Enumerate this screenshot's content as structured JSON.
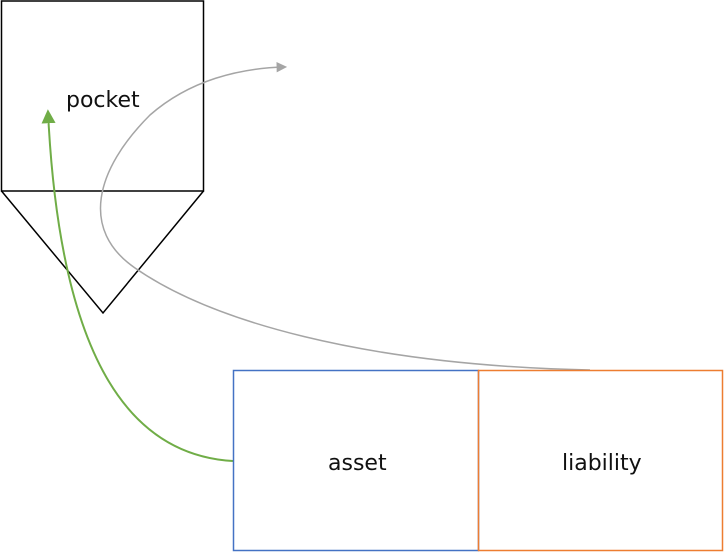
{
  "labels": {
    "pocket": "pocket",
    "asset": "asset",
    "liability": "liability"
  },
  "colors": {
    "pocket_outline": "#000000",
    "asset_outline": "#4472C4",
    "liability_outline": "#ED7D31",
    "asset_to_pocket_arrow": "#70AD47",
    "liability_out_arrow": "#A5A5A5"
  }
}
